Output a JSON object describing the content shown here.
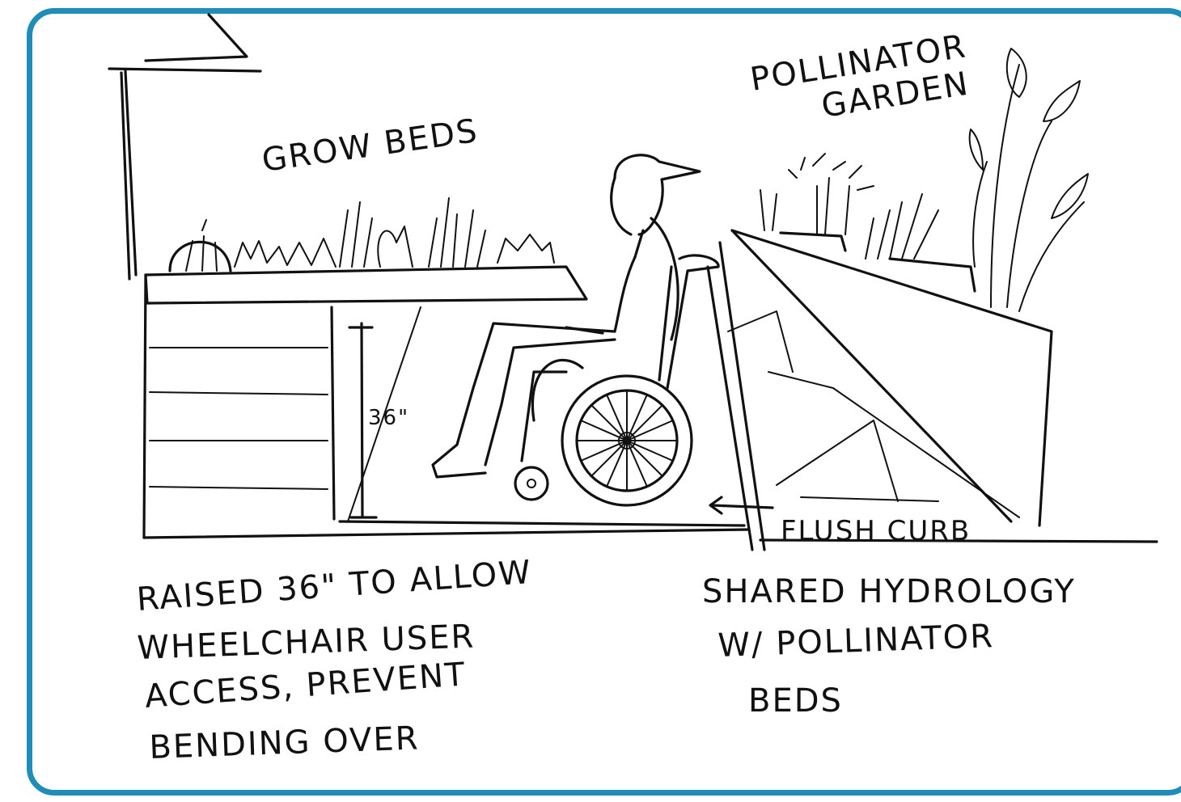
{
  "labels": {
    "grow_beds": "GROW BEDS",
    "pollinator_line1": "POLLINATOR",
    "pollinator_line2": "GARDEN",
    "height_mark": "36\"",
    "flush_curb": "FLUSH CURB"
  },
  "notes": {
    "left": [
      "RAISED 36\" TO ALLOW",
      "WHEELCHAIR USER",
      "ACCESS, PREVENT",
      "BENDING OVER"
    ],
    "right": [
      "SHARED HYDROLOGY",
      "W/ POLLINATOR",
      "BEDS"
    ]
  },
  "colors": {
    "frame": "#1f8db8",
    "ink": "#111111",
    "paper": "#ffffff"
  }
}
